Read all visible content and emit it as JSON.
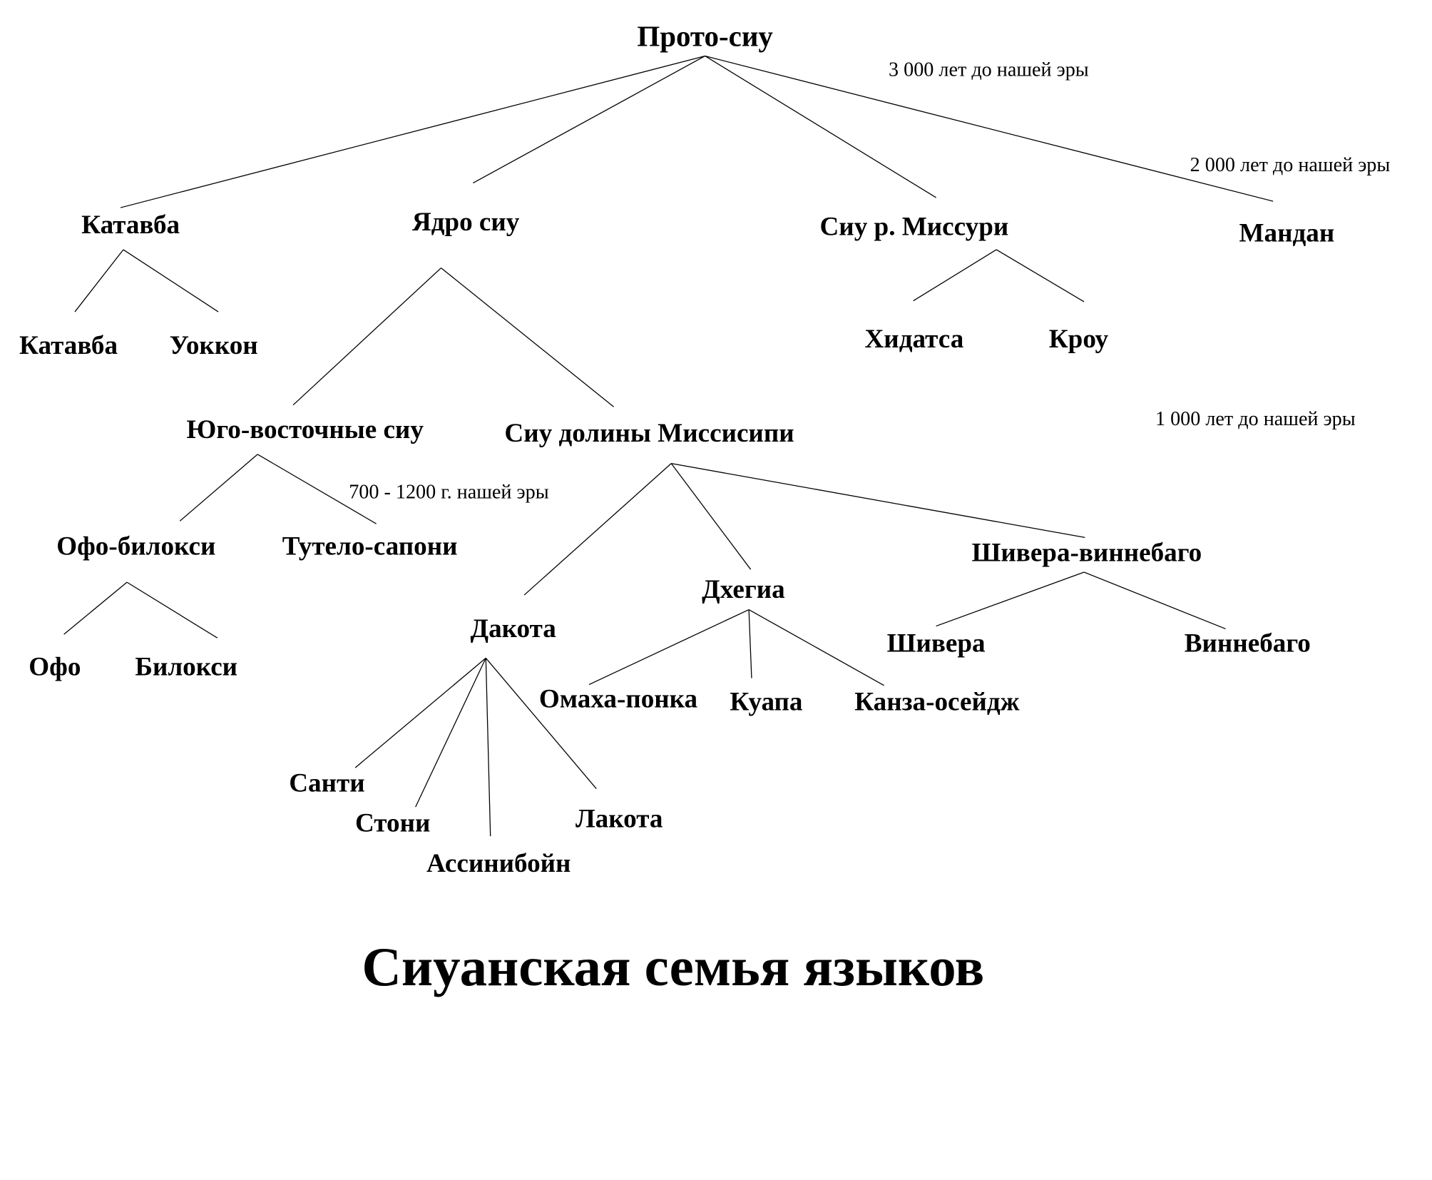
{
  "title": "Сиуанская семья языков",
  "eras": {
    "e3000": "3 000 лет до нашей эры",
    "e2000": "2 000 лет до нашей эры",
    "e1000": "1 000 лет до нашей эры",
    "e700": "700  - 1200 г. нашей эры"
  },
  "nodes": {
    "proto": "Прото-сиу",
    "catawba_group": "Катавба",
    "core": "Ядро сиу",
    "missouri": "Сиу р. Миссури",
    "mandan": "Мандан",
    "catawba": "Катавба",
    "woccon": "Уоккон",
    "hidatsa": "Хидатса",
    "crow": "Кроу",
    "southeastern": "Юго-восточные сиу",
    "mississippi": "Сиу долины Миссисипи",
    "ofo_biloxi": "Офо-билокси",
    "tutelo_saponi": "Тутело-сапони",
    "ofo": "Офо",
    "biloxi": "Билокси",
    "dakota": "Дакота",
    "dhegiha": "Дхегиа",
    "chiwere_winnebago": "Шивера-виннебаго",
    "omaha_ponca": "Омаха-понка",
    "quapaw": "Куапа",
    "kansa_osage": "Канза-осейдж",
    "chiwere": "Шивера",
    "winnebago": "Виннебаго",
    "santee": "Санти",
    "stoney": "Стони",
    "assiniboine": "Ассинибойн",
    "lakota": "Лакота"
  }
}
